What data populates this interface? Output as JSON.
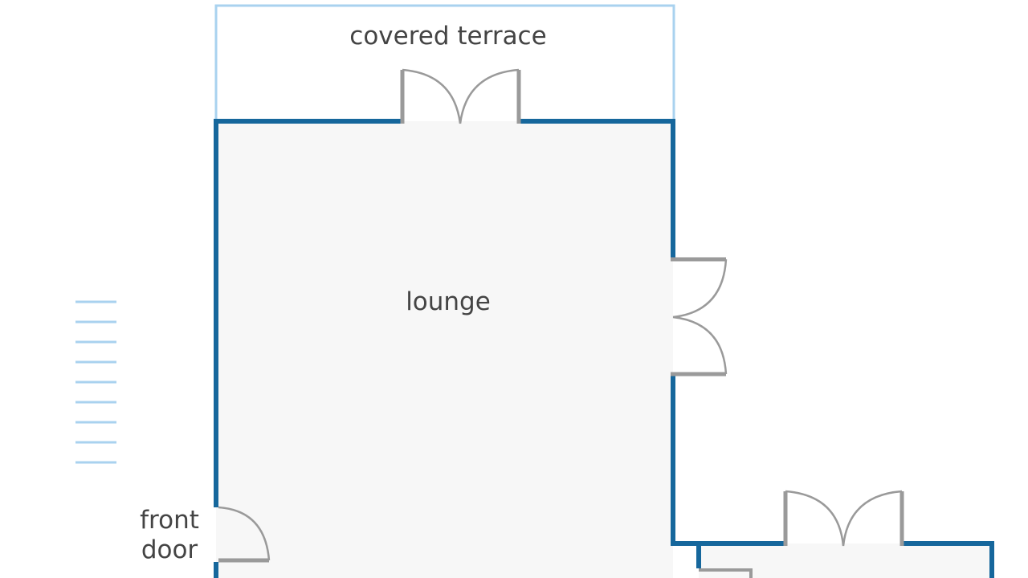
{
  "rooms": {
    "terrace": "covered terrace",
    "lounge": "lounge",
    "front_door_line1": "front",
    "front_door_line2": "door"
  },
  "colors": {
    "wall": "#16679c",
    "terrace_outline": "#a9d2ef",
    "door": "#9a9a9a",
    "floor": "#f7f7f7",
    "stairs": "#a9d2ef",
    "text": "#444444"
  }
}
